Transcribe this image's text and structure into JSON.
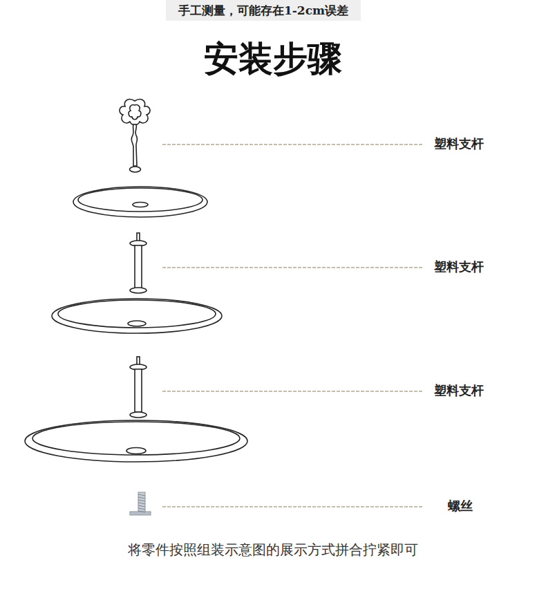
{
  "diagram": {
    "title": "安装步骤",
    "caption": "将零件按照组装示意图的展示方式拼合拧紧即可",
    "nodes": [
      {
        "text": [
          "手工测量，可能存在1-2cm误差"
        ]
      }
    ],
    "labels": [
      "塑料支杆",
      "塑料支杆",
      "塑料支杆",
      "螺丝"
    ]
  }
}
